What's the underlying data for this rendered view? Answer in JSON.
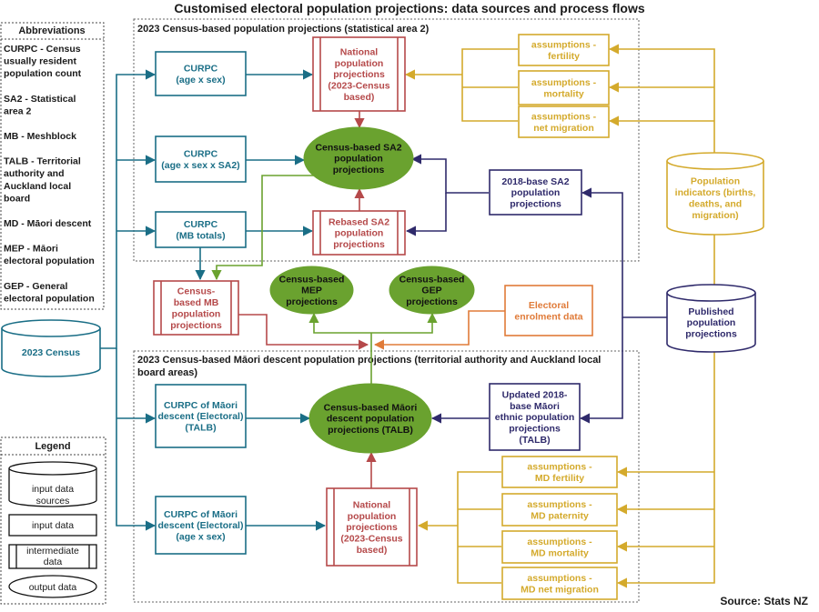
{
  "title": "Customised electoral population projections: data sources and process flows",
  "source": "Source: Stats NZ",
  "abbreviations": {
    "heading": "Abbreviations",
    "items": [
      [
        "CURPC - Census",
        "usually resident",
        "population count"
      ],
      [
        "SA2 - Statistical",
        "area 2"
      ],
      [
        "MB - Meshblock"
      ],
      [
        "TALB - Territorial",
        "authority and",
        "Auckland local",
        "board"
      ],
      [
        "MD - Māori descent"
      ],
      [
        "MEP - Māori",
        "electoral population"
      ],
      [
        "GEP - General",
        "electoral population"
      ]
    ]
  },
  "legend": {
    "heading": "Legend",
    "items": {
      "input_sources": [
        "input data",
        "sources"
      ],
      "input_data": [
        "input data"
      ],
      "intermediate": [
        "intermediate",
        "data"
      ],
      "output": [
        "output data"
      ]
    }
  },
  "regions": {
    "sa2": "2023 Census-based population projections (statistical area 2)",
    "md": [
      "2023 Census-based Māori descent population projections (territorial authority and Auckland local",
      "board areas)"
    ]
  },
  "nodes": {
    "census": [
      "2023 Census"
    ],
    "curpc_age_sex": [
      "CURPC",
      "(age x sex)"
    ],
    "curpc_sa2": [
      "CURPC",
      "(age x sex x SA2)"
    ],
    "curpc_mb": [
      "CURPC",
      "(MB totals)"
    ],
    "national_top": [
      "National",
      "population",
      "projections",
      "(2023-Census",
      "based)"
    ],
    "census_sa2": [
      "Census-based SA2",
      "population",
      "projections"
    ],
    "rebased_sa2": [
      "Rebased SA2",
      "population",
      "projections"
    ],
    "base2018_sa2": [
      "2018-base SA2",
      "population",
      "projections"
    ],
    "assump_fertility": [
      "assumptions -",
      "fertility"
    ],
    "assump_mortality": [
      "assumptions -",
      "mortality"
    ],
    "assump_migration": [
      "assumptions -",
      "net migration"
    ],
    "pop_indicators": [
      "Population",
      "indicators (births,",
      "deaths, and",
      "migration)"
    ],
    "published": [
      "Published",
      "population",
      "projections"
    ],
    "census_mb": [
      "Census-",
      "based MB",
      "population",
      "projections"
    ],
    "census_mep": [
      "Census-based",
      "MEP",
      "projections"
    ],
    "census_gep": [
      "Census-based",
      "GEP",
      "projections"
    ],
    "electoral_enrol": [
      "Electoral",
      "enrolment data"
    ],
    "curpc_md_talb": [
      "CURPC of Māori",
      "descent (Electoral)",
      "(TALB)"
    ],
    "census_md_talb": [
      "Census-based Māori",
      "descent population",
      "projections (TALB)"
    ],
    "updated_2018": [
      "Updated 2018-",
      "base Māori",
      "ethnic population",
      "projections",
      "(TALB)"
    ],
    "curpc_md_age": [
      "CURPC of Māori",
      "descent (Electoral)",
      "(age x sex)"
    ],
    "national_bottom": [
      "National",
      "population",
      "projections",
      "(2023-Census",
      "based)"
    ],
    "md_fertility": [
      "assumptions -",
      "MD fertility"
    ],
    "md_paternity": [
      "assumptions -",
      "MD paternity"
    ],
    "md_mortality": [
      "assumptions -",
      "MD mortality"
    ],
    "md_migration": [
      "assumptions -",
      "MD net migration"
    ]
  },
  "colors": {
    "teal": "#1a6e86",
    "red": "#b5494a",
    "navy": "#2f2a6b",
    "gold": "#d4aa2c",
    "green": "#6aa22f",
    "orange": "#e07b39",
    "text": "#1a1a1a"
  }
}
